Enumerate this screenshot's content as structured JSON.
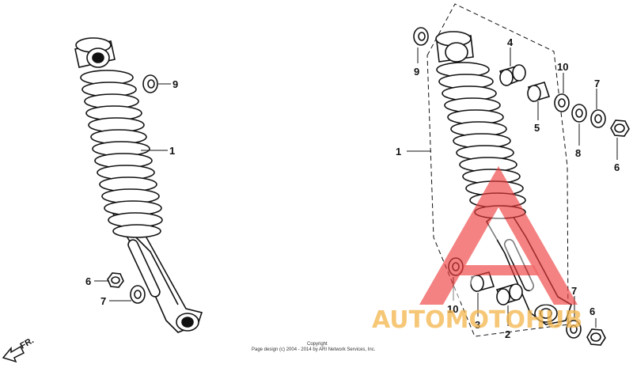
{
  "callouts": {
    "left": {
      "shock": "1",
      "washer_top": "9",
      "nut": "6",
      "washer_bottom": "7"
    },
    "right": {
      "washer_top": "9",
      "shock": "1",
      "bushing_a": "4",
      "collar_a": "5",
      "washer_10_top": "10",
      "washer_7": "7",
      "washer_8": "8",
      "nut_6_top": "6",
      "washer_10_bottom": "10",
      "collar_b": "3",
      "bushing_b": "2",
      "washer_7_bottom": "7",
      "nut_6_bottom": "6"
    }
  },
  "direction_label": "FR.",
  "copyright": {
    "line1": "Copyright",
    "line2": "Page design (c) 2004 - 2014 by ARI Network Services, Inc."
  },
  "watermark": {
    "text": "AUTOMOTOHUB",
    "color_orange": "#f4b54a",
    "color_red": "#ee3b3b"
  },
  "colors": {
    "line": "#111111",
    "background": "#ffffff"
  }
}
